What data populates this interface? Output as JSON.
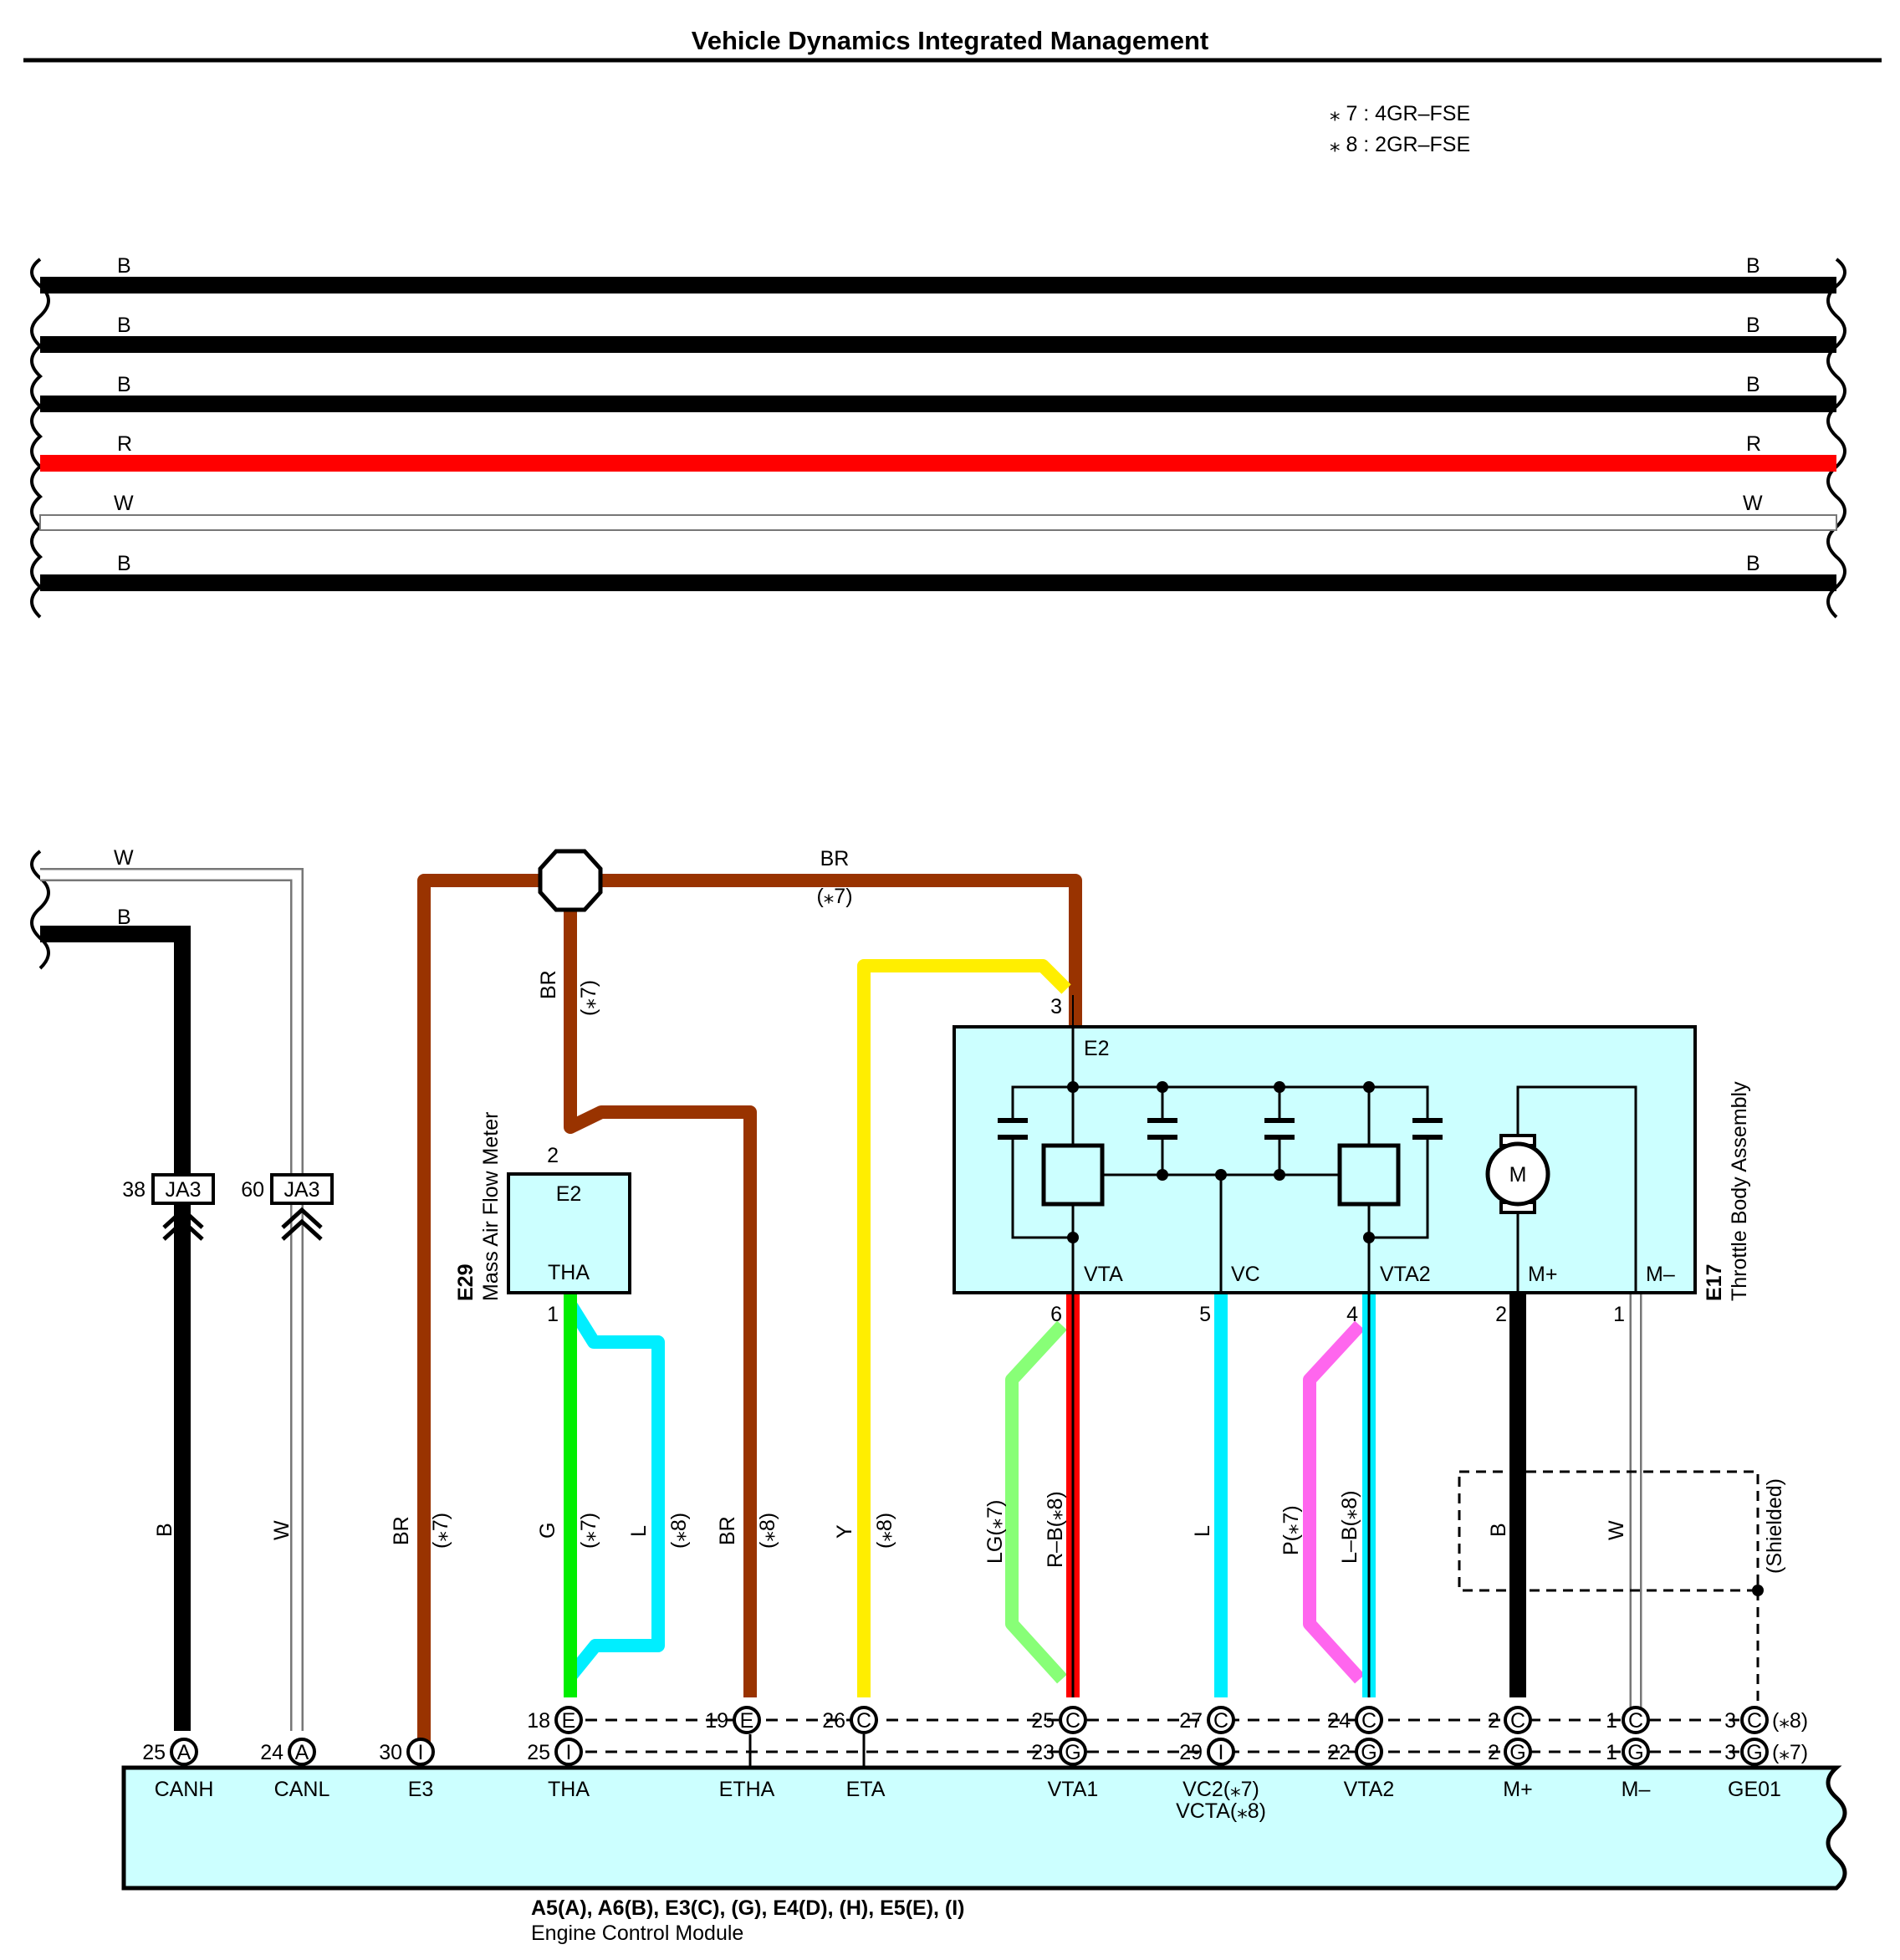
{
  "title": "Vehicle Dynamics Integrated Management",
  "notes": [
    "⁎ 7 : 4GR–FSE",
    "⁎ 8 : 2GR–FSE"
  ],
  "colors": {
    "B": "#000000",
    "R": "#ff0000",
    "W": "#ffffff",
    "BR": "#993300",
    "G": "#00ee00",
    "L": "#00eeff",
    "Y": "#ffee00",
    "LG": "#88ff77",
    "P": "#ff66ee",
    "component_fill": "#ccffff"
  },
  "bus_lines": [
    "B",
    "B",
    "B",
    "R",
    "W",
    "B"
  ],
  "lower_left": {
    "w": "W",
    "b": "B"
  },
  "br_top": {
    "label": "BR",
    "note": "(⁎7)"
  },
  "br_mid": {
    "label": "BR",
    "note": "(⁎7)"
  },
  "connector_ja3": [
    {
      "pin": "38",
      "name": "JA3"
    },
    {
      "pin": "60",
      "name": "JA3"
    }
  ],
  "wire_labels": [
    {
      "color": "B",
      "note": ""
    },
    {
      "color": "W",
      "note": ""
    },
    {
      "color": "BR",
      "note": "(⁎7)"
    },
    {
      "color": "G",
      "note": "(⁎7)"
    },
    {
      "color": "L",
      "note": "(⁎8)"
    },
    {
      "color": "BR",
      "note": "(⁎8)"
    },
    {
      "color": "Y",
      "note": "(⁎8)"
    },
    {
      "color": "LG(⁎7)",
      "note": ""
    },
    {
      "color": "R–B(⁎8)",
      "note": ""
    },
    {
      "color": "L",
      "note": ""
    },
    {
      "color": "P(⁎7)",
      "note": ""
    },
    {
      "color": "L–B(⁎8)",
      "note": ""
    },
    {
      "color": "B",
      "note": ""
    },
    {
      "color": "W",
      "note": ""
    },
    {
      "color": "(Shielded)",
      "note": ""
    }
  ],
  "maf": {
    "code": "E29",
    "name": "Mass Air Flow Meter",
    "e2": "E2",
    "tha": "THA",
    "pin_top": "2",
    "pin_bottom": "1"
  },
  "throttle": {
    "code": "E17",
    "name": "Throttle Body Assembly",
    "e2": "E2",
    "pin3": "3",
    "motor": "M",
    "terminals": [
      {
        "name": "VTA",
        "pin": "6"
      },
      {
        "name": "VC",
        "pin": "5"
      },
      {
        "name": "VTA2",
        "pin": "4"
      },
      {
        "name": "M+",
        "pin": "2"
      },
      {
        "name": "M–",
        "pin": "1"
      }
    ]
  },
  "ecm_row1": [
    {
      "pin": "18",
      "conn": "E"
    },
    {
      "pin": "19",
      "conn": "E"
    },
    {
      "pin": "26",
      "conn": "C"
    },
    {
      "pin": "25",
      "conn": "C"
    },
    {
      "pin": "27",
      "conn": "C"
    },
    {
      "pin": "24",
      "conn": "C"
    },
    {
      "pin": "2",
      "conn": "C"
    },
    {
      "pin": "1",
      "conn": "C"
    },
    {
      "pin": "3",
      "conn": "C",
      "note": "(⁎8)"
    }
  ],
  "ecm_row2": [
    {
      "pin": "25",
      "conn": "A"
    },
    {
      "pin": "24",
      "conn": "A"
    },
    {
      "pin": "30",
      "conn": "I"
    },
    {
      "pin": "25",
      "conn": "I"
    },
    {
      "pin": "23",
      "conn": "G"
    },
    {
      "pin": "29",
      "conn": "I"
    },
    {
      "pin": "22",
      "conn": "G"
    },
    {
      "pin": "2",
      "conn": "G"
    },
    {
      "pin": "1",
      "conn": "G"
    },
    {
      "pin": "3",
      "conn": "G",
      "note": "(⁎7)"
    }
  ],
  "ecm": {
    "terminals": [
      "CANH",
      "CANL",
      "E3",
      "THA",
      "ETHA",
      "ETA",
      "VTA1",
      "VC2(⁎7)",
      "VTA2",
      "M+",
      "M–",
      "GE01"
    ],
    "vcta": "VCTA(⁎8)",
    "connectors": "A5(A), A6(B), E3(C), (G), E4(D), (H), E5(E), (I)",
    "name": "Engine Control Module"
  }
}
